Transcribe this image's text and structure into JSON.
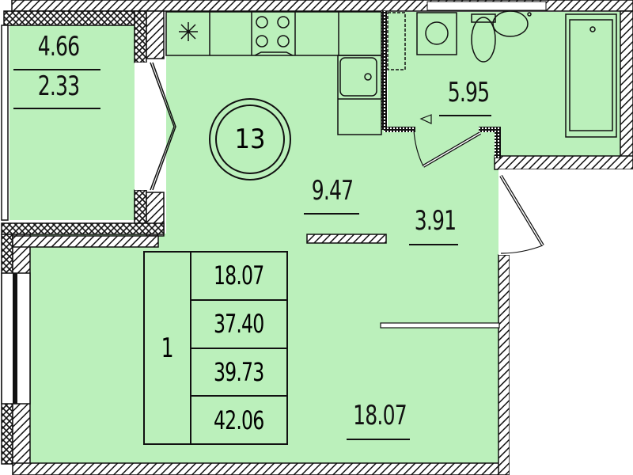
{
  "plan": {
    "fill_color": "#bbf0bb",
    "wall_color": "#111111",
    "apartment_number": "13",
    "rooms": {
      "balcony": {
        "area": "4.66",
        "reduced_area": "2.33"
      },
      "kitchen": {
        "area": "9.47"
      },
      "bathroom": {
        "area": "5.95"
      },
      "hallway": {
        "area": "3.91"
      },
      "living_room": {
        "area": "18.07"
      }
    },
    "summary_table": {
      "room_count": "1",
      "values": [
        "18.07",
        "37.40",
        "39.73",
        "42.06"
      ]
    }
  }
}
